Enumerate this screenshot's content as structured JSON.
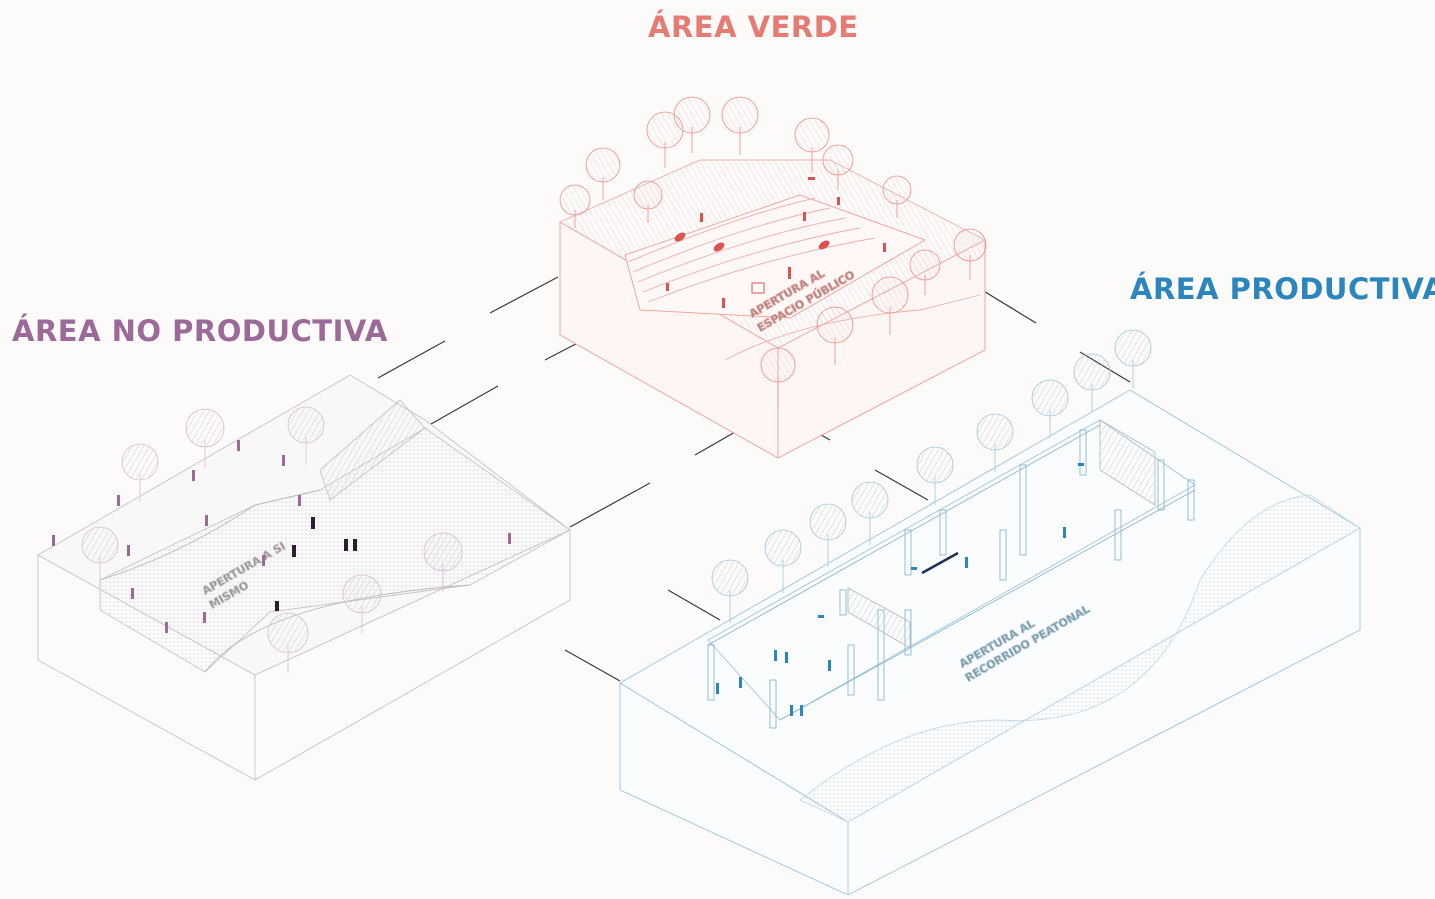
{
  "titles": {
    "area_verde": "ÁREA VERDE",
    "area_no_productiva": "ÁREA NO PRODUCTIVA",
    "area_productiva": "ÁREA PRODUCTIVA"
  },
  "labels": {
    "verde_line1": "APERTURA AL",
    "verde_line2": "ESPACIO PÚBLICO",
    "noprod_line1": "APERTURA A SI",
    "noprod_line2": "MISMO",
    "prod_line1": "APERTURA AL",
    "prod_line2": "RECORRIDO PEATONAL"
  },
  "colors": {
    "verde": "#e57b73",
    "no_productiva": "#9b6a98",
    "productiva": "#2a86bd",
    "connector": "#3a3a3a"
  }
}
